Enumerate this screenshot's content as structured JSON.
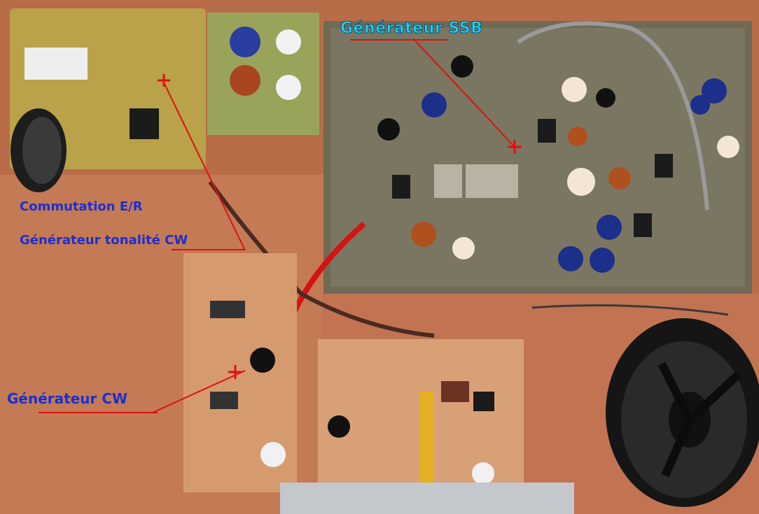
{
  "labels": {
    "ssb_generator": "Générateur SSB",
    "switching": "Commutation E/R",
    "tone_generator": "Générateur tonalité CW",
    "cw_generator": "Générateur  CW"
  },
  "colors": {
    "annotation_blue": "#1b2fd0",
    "annotation_cyan": "#22d3ee",
    "pointer_red": "#e01010",
    "board_tan": "#d9a070"
  }
}
